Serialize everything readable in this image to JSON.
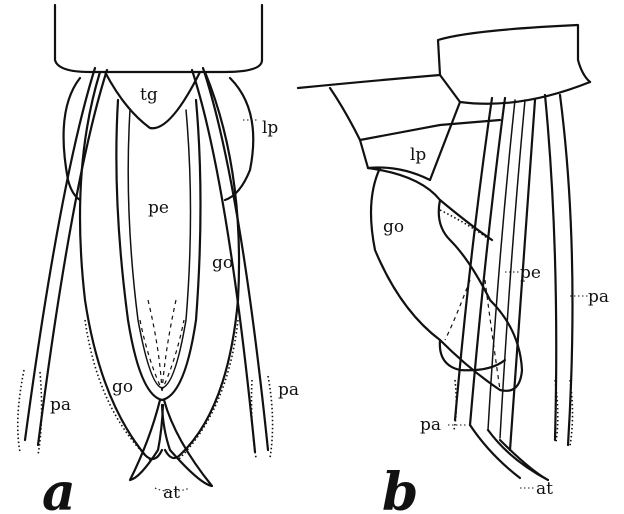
{
  "figure": {
    "panel_a": {
      "panel_letter": "a",
      "labels": {
        "tg": "tg",
        "lp": "lp",
        "pe": "pe",
        "go_right": "go",
        "go_lower": "go",
        "pa_left": "pa",
        "pa_right": "pa",
        "at": "at"
      }
    },
    "panel_b": {
      "panel_letter": "b",
      "labels": {
        "lp": "lp",
        "go": "go",
        "pe": "pe",
        "pa_right": "pa",
        "pa_lower": "pa",
        "at": "at"
      }
    }
  }
}
